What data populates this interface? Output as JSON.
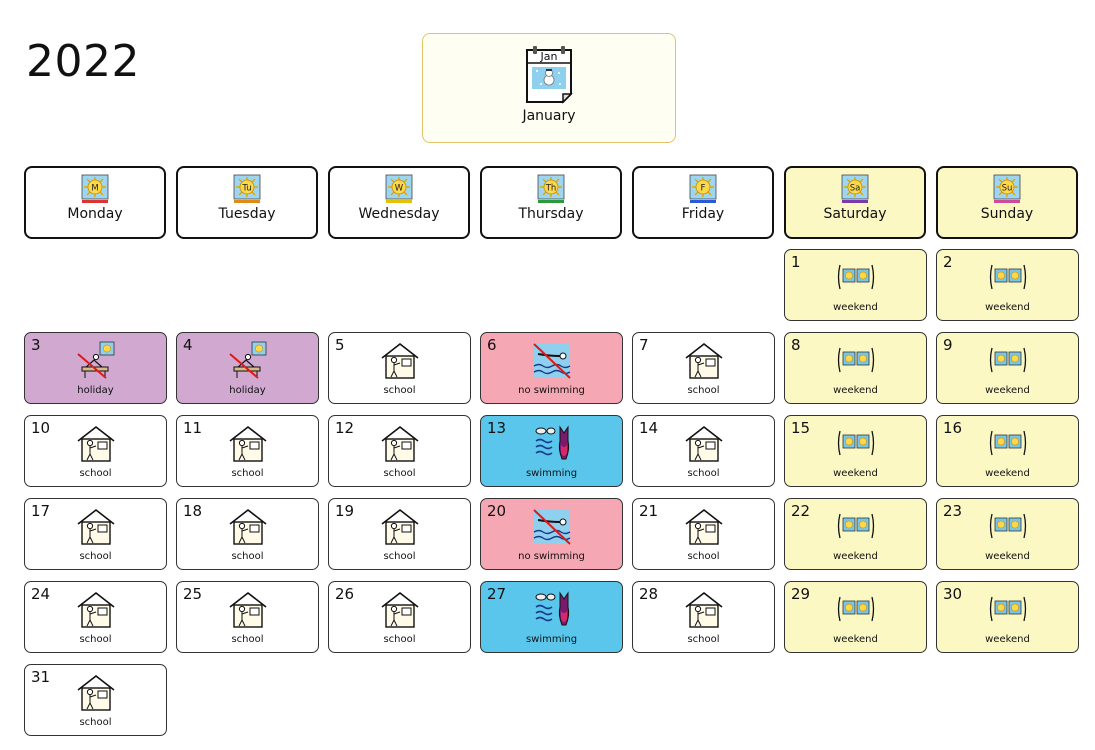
{
  "year": "2022",
  "month": {
    "abbr": "Jan",
    "label": "January"
  },
  "weekdays": [
    {
      "label": "Monday",
      "abbr": "M",
      "color": "#d33",
      "weekend": false
    },
    {
      "label": "Tuesday",
      "abbr": "Tu",
      "color": "#e08a1a",
      "weekend": false
    },
    {
      "label": "Wednesday",
      "abbr": "W",
      "color": "#e5c100",
      "weekend": false
    },
    {
      "label": "Thursday",
      "abbr": "Th",
      "color": "#2a9a3a",
      "weekend": false
    },
    {
      "label": "Friday",
      "abbr": "F",
      "color": "#2a5ad8",
      "weekend": false
    },
    {
      "label": "Saturday",
      "abbr": "Sa",
      "color": "#7a3aa8",
      "weekend": true
    },
    {
      "label": "Sunday",
      "abbr": "Su",
      "color": "#d04a9a",
      "weekend": true
    }
  ],
  "days": [
    {
      "day": "1",
      "type": "weekend",
      "label": "weekend",
      "col": 5,
      "row": 0
    },
    {
      "day": "2",
      "type": "weekend",
      "label": "weekend",
      "col": 6,
      "row": 0
    },
    {
      "day": "3",
      "type": "holiday",
      "label": "holiday",
      "col": 0,
      "row": 1
    },
    {
      "day": "4",
      "type": "holiday",
      "label": "holiday",
      "col": 1,
      "row": 1
    },
    {
      "day": "5",
      "type": "school",
      "label": "school",
      "col": 2,
      "row": 1
    },
    {
      "day": "6",
      "type": "noswim",
      "label": "no swimming",
      "col": 3,
      "row": 1
    },
    {
      "day": "7",
      "type": "school",
      "label": "school",
      "col": 4,
      "row": 1
    },
    {
      "day": "8",
      "type": "weekend",
      "label": "weekend",
      "col": 5,
      "row": 1
    },
    {
      "day": "9",
      "type": "weekend",
      "label": "weekend",
      "col": 6,
      "row": 1
    },
    {
      "day": "10",
      "type": "school",
      "label": "school",
      "col": 0,
      "row": 2
    },
    {
      "day": "11",
      "type": "school",
      "label": "school",
      "col": 1,
      "row": 2
    },
    {
      "day": "12",
      "type": "school",
      "label": "school",
      "col": 2,
      "row": 2
    },
    {
      "day": "13",
      "type": "swim",
      "label": "swimming",
      "col": 3,
      "row": 2
    },
    {
      "day": "14",
      "type": "school",
      "label": "school",
      "col": 4,
      "row": 2
    },
    {
      "day": "15",
      "type": "weekend",
      "label": "weekend",
      "col": 5,
      "row": 2
    },
    {
      "day": "16",
      "type": "weekend",
      "label": "weekend",
      "col": 6,
      "row": 2
    },
    {
      "day": "17",
      "type": "school",
      "label": "school",
      "col": 0,
      "row": 3
    },
    {
      "day": "18",
      "type": "school",
      "label": "school",
      "col": 1,
      "row": 3
    },
    {
      "day": "19",
      "type": "school",
      "label": "school",
      "col": 2,
      "row": 3
    },
    {
      "day": "20",
      "type": "noswim",
      "label": "no swimming",
      "col": 3,
      "row": 3
    },
    {
      "day": "21",
      "type": "school",
      "label": "school",
      "col": 4,
      "row": 3
    },
    {
      "day": "22",
      "type": "weekend",
      "label": "weekend",
      "col": 5,
      "row": 3
    },
    {
      "day": "23",
      "type": "weekend",
      "label": "weekend",
      "col": 6,
      "row": 3
    },
    {
      "day": "24",
      "type": "school",
      "label": "school",
      "col": 0,
      "row": 4
    },
    {
      "day": "25",
      "type": "school",
      "label": "school",
      "col": 1,
      "row": 4
    },
    {
      "day": "26",
      "type": "school",
      "label": "school",
      "col": 2,
      "row": 4
    },
    {
      "day": "27",
      "type": "swim",
      "label": "swimming",
      "col": 3,
      "row": 4
    },
    {
      "day": "28",
      "type": "school",
      "label": "school",
      "col": 4,
      "row": 4
    },
    {
      "day": "29",
      "type": "weekend",
      "label": "weekend",
      "col": 5,
      "row": 4
    },
    {
      "day": "30",
      "type": "weekend",
      "label": "weekend",
      "col": 6,
      "row": 4
    },
    {
      "day": "31",
      "type": "school",
      "label": "school",
      "col": 0,
      "row": 5
    }
  ]
}
